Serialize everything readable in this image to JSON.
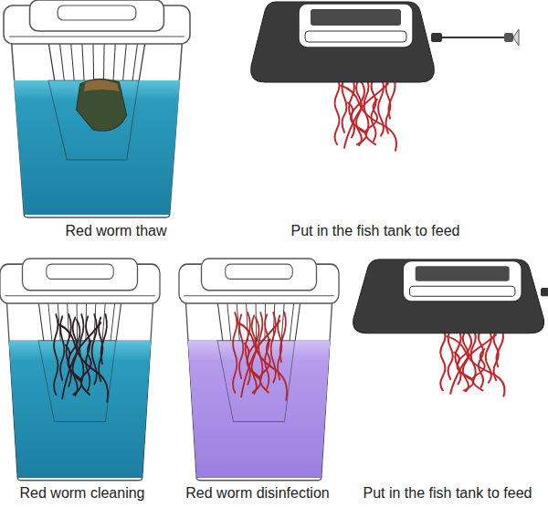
{
  "diagram": {
    "labels": [
      "Red worm thaw",
      "Put in the fish tank to feed",
      "Red worm cleaning",
      "Red worm disinfection",
      "Put in the fish tank to feed"
    ]
  }
}
